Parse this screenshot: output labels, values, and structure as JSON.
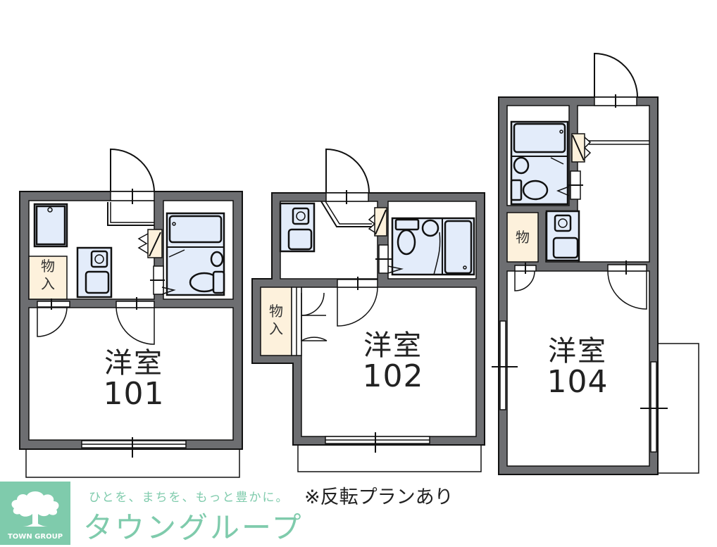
{
  "floor_plan": {
    "units": [
      {
        "id": "101",
        "room_type": "洋室",
        "number": "101",
        "closet_label": "物入"
      },
      {
        "id": "102",
        "room_type": "洋室",
        "number": "102",
        "closet_label": "物入"
      },
      {
        "id": "104",
        "room_type": "洋室",
        "number": "104",
        "closet_label": "物"
      }
    ],
    "note": "※反転プランあり",
    "colors": {
      "wall": "#6d6e71",
      "wet_area": "#e3ecfa",
      "closet": "#fdf1dc",
      "line": "#111111"
    }
  },
  "branding": {
    "logo_text": "TOWN GROUP",
    "slogan": "ひとを、まちを、もっと豊かに。",
    "brand_name": "タウングループ",
    "brand_color": "#7fcbac"
  }
}
